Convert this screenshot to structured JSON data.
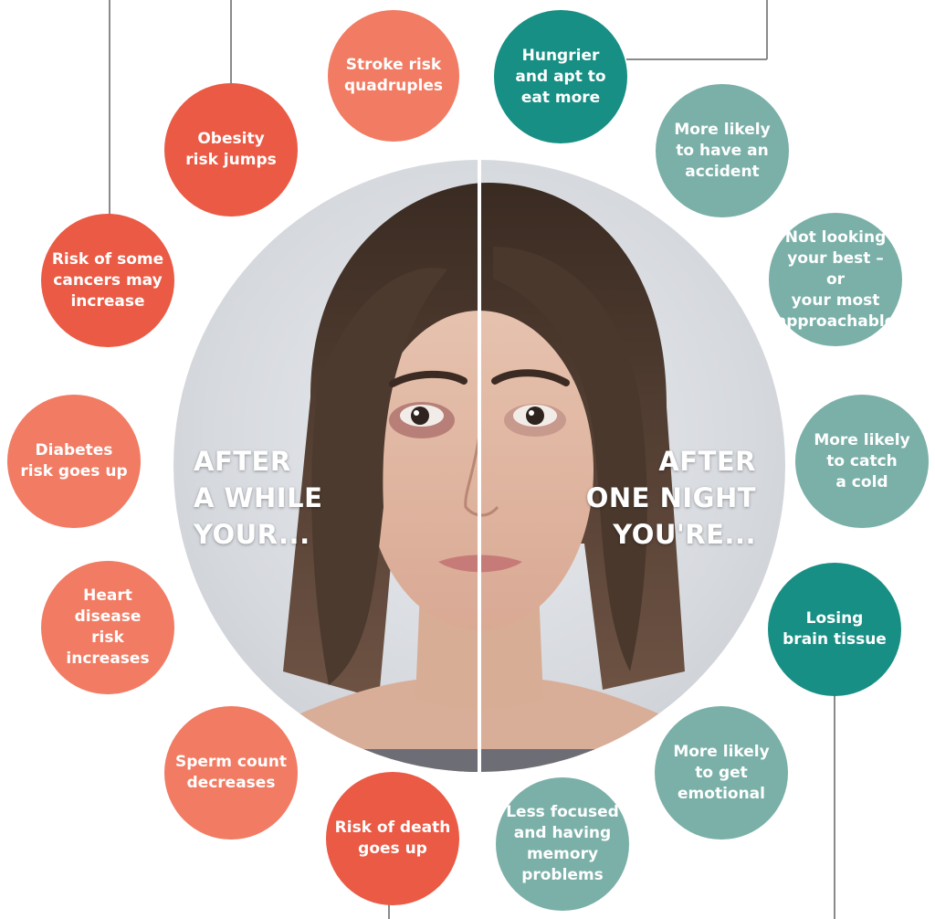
{
  "left_heading": "AFTER\nA WHILE\nYOUR...",
  "right_heading": "AFTER\nONE NIGHT\nYOU'RE...",
  "colors": {
    "red": "#ea5a44",
    "salmon": "#f17b63",
    "teal_dark": "#178f84",
    "teal_light": "#7ab0a8"
  },
  "left_bubbles": {
    "stroke": "Stroke risk\nquadruples",
    "obesity": "Obesity\nrisk jumps",
    "cancers": "Risk of some\ncancers may\nincrease",
    "diabetes": "Diabetes\nrisk goes up",
    "heart": "Heart disease\nrisk increases",
    "sperm": "Sperm count\ndecreases",
    "death": "Risk of death\ngoes up"
  },
  "right_bubbles": {
    "hungrier": "Hungrier\nand apt to\neat more",
    "accident": "More likely\nto have an\naccident",
    "looking": "Not looking\nyour best – or\nyour most\napproachable",
    "cold": "More likely\nto catch\na cold",
    "brain": "Losing\nbrain tissue",
    "emotional": "More likely\nto get\nemotional",
    "focused": "Less focused\nand having\nmemory\nproblems"
  }
}
